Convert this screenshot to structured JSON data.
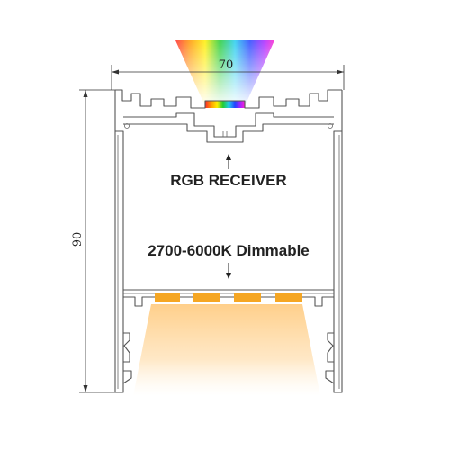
{
  "dimensions": {
    "width_label": "70",
    "height_label": "90"
  },
  "labels": {
    "top": "RGB RECEIVER",
    "bottom": "2700-6000K Dimmable"
  },
  "colors": {
    "led": "#f5a623",
    "warm_glow": "#ffd9a0",
    "profile_stroke": "#555555"
  }
}
